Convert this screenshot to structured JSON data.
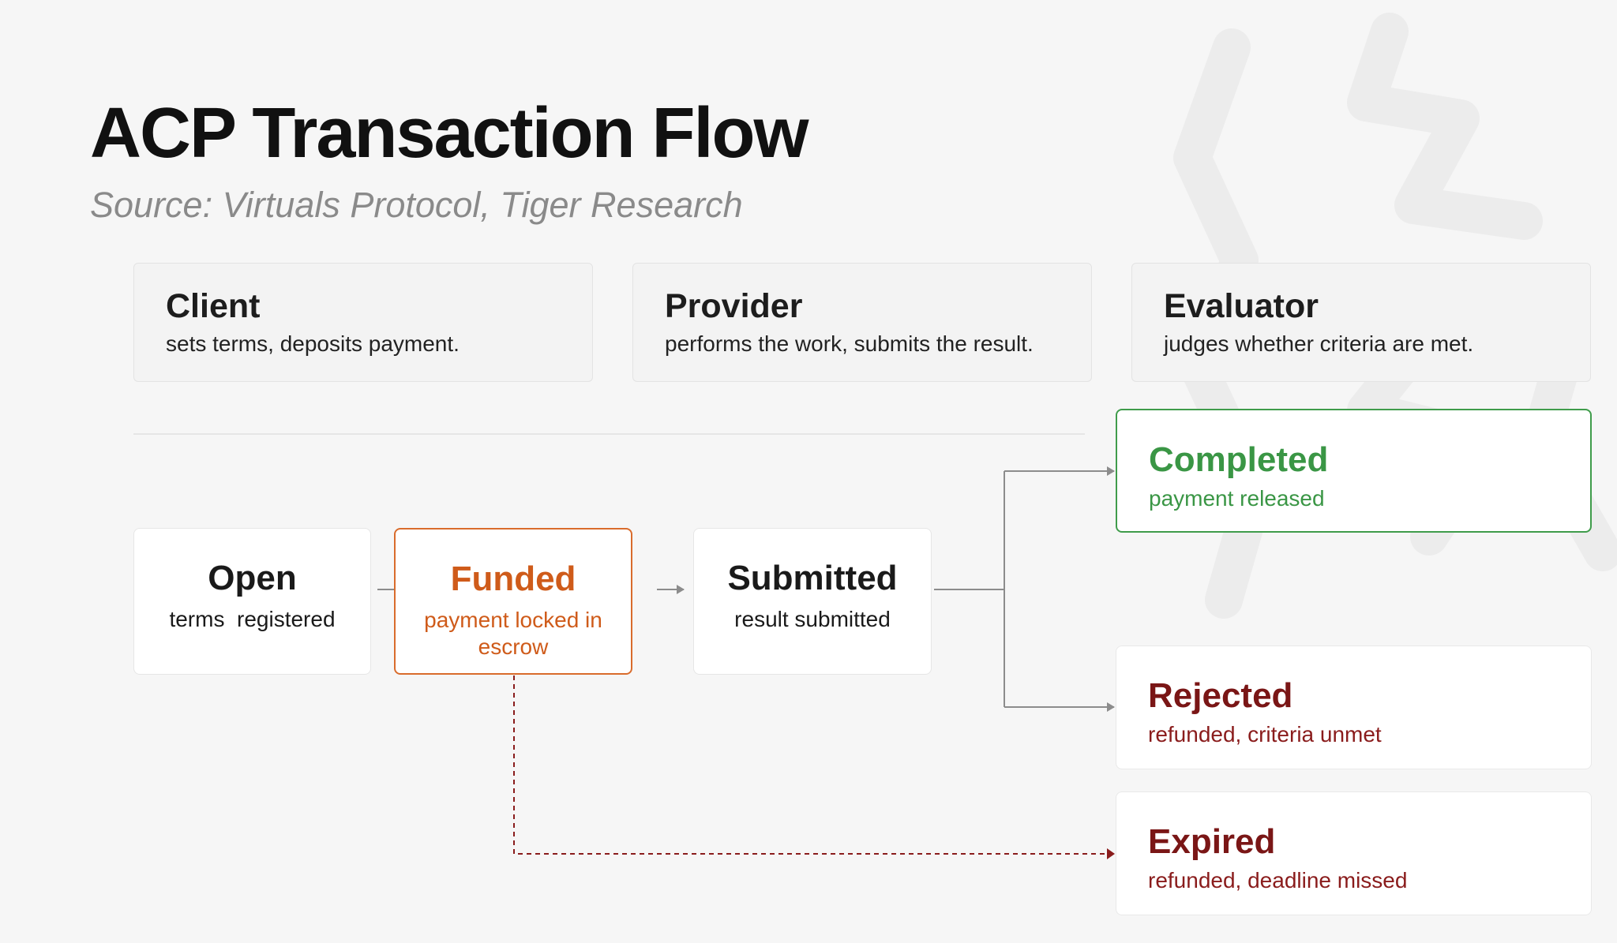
{
  "header": {
    "title": "ACP Transaction Flow",
    "subtitle": "Source: Virtuals Protocol, Tiger Research"
  },
  "roles": [
    {
      "title": "Client",
      "description": "sets terms, deposits payment."
    },
    {
      "title": "Provider",
      "description": "performs the work, submits the result."
    },
    {
      "title": "Evaluator",
      "description": "judges whether criteria are met."
    }
  ],
  "states": {
    "open": {
      "title": "Open",
      "description": "terms  registered"
    },
    "funded": {
      "title": "Funded",
      "description": "payment locked in escrow"
    },
    "submitted": {
      "title": "Submitted",
      "description": "result submitted"
    }
  },
  "outcomes": {
    "completed": {
      "title": "Completed",
      "description": "payment released"
    },
    "rejected": {
      "title": "Rejected",
      "description": "refunded, criteria unmet"
    },
    "expired": {
      "title": "Expired",
      "description": "refunded, deadline missed"
    }
  },
  "colors": {
    "funded": "#cf5b1a",
    "completed": "#3a9645",
    "failure": "#7a1616",
    "connector": "#8c8c8c",
    "expiry_line": "#8a1c1c"
  }
}
